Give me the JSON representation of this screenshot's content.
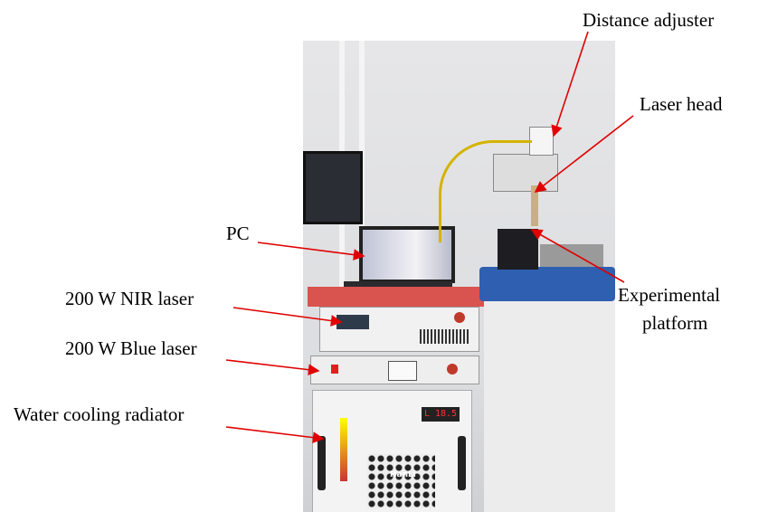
{
  "labels": {
    "distance_adjuster": "Distance adjuster",
    "laser_head": "Laser head",
    "pc": "PC",
    "nir_laser": "200 W NIR laser",
    "blue_laser": "200 W Blue laser",
    "radiator": "Water cooling radiator",
    "platform_line1": "Experimental",
    "platform_line2": "platform"
  },
  "photo_text": {
    "radiator_display": "L 18.5",
    "radiator_brand": "HanLi"
  },
  "colors": {
    "arrow": "#e00000",
    "table_blue": "#2f5fb0",
    "tabletop_red": "#d9534f"
  }
}
